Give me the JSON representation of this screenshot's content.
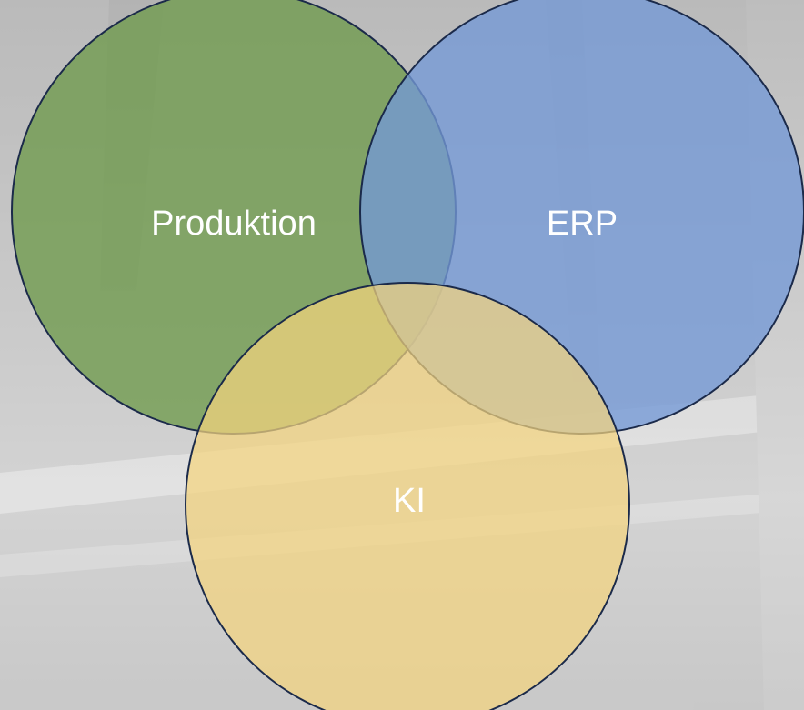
{
  "diagram": {
    "type": "venn",
    "sets": [
      {
        "id": "produktion",
        "label": "Produktion",
        "color": "#6e9a4c"
      },
      {
        "id": "erp",
        "label": "ERP",
        "color": "#7398d6"
      },
      {
        "id": "ki",
        "label": "KI",
        "color": "#f4d47e"
      }
    ],
    "outline_color": "#1b2a4a"
  }
}
